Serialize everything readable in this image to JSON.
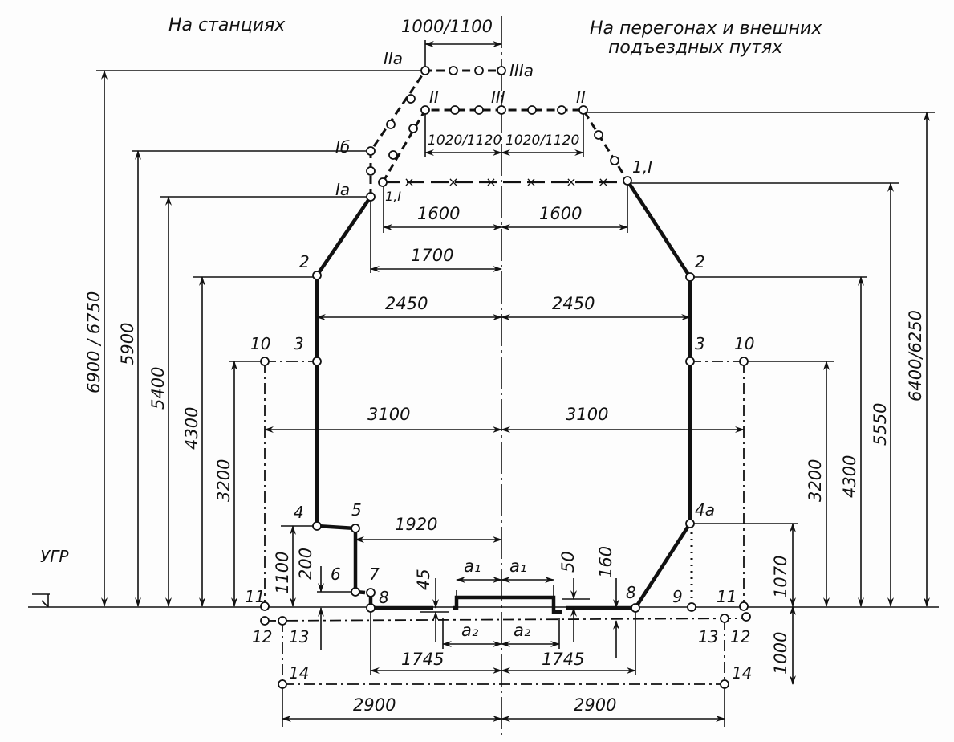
{
  "titles": {
    "left": "На станциях",
    "right_1": "На перегонах и внешних",
    "right_2": "подъездных путях",
    "ground": "УГР"
  },
  "points": {
    "IIa": "IIa",
    "IIIa": "IIIa",
    "II_left": "II",
    "III": "III",
    "II_right": "II",
    "Ib": "Iб",
    "Ia": "Ia",
    "p1I_left": "1,I",
    "p1I_right": "1,I",
    "p2_left": "2",
    "p2_right": "2",
    "p3_left": "3",
    "p3_right": "3",
    "p10_left": "10",
    "p10_right": "10",
    "p4": "4",
    "p4a": "4a",
    "p5": "5",
    "p6": "6",
    "p7": "7",
    "p8_left": "8",
    "p8_right": "8",
    "p9": "9",
    "p11_left": "11",
    "p11_right": "11",
    "p12_left": "12",
    "p12_right": "12",
    "p13_left": "13",
    "p13_right": "13",
    "p14_left": "14",
    "p14_right": "14"
  },
  "dims": {
    "w1000": "1000/1100",
    "w1020_l": "1020/1120",
    "w1020_r": "1020/1120",
    "w1600_l": "1600",
    "w1600_r": "1600",
    "w1700": "1700",
    "w2450_l": "2450",
    "w2450_r": "2450",
    "w3100_l": "3100",
    "w3100_r": "3100",
    "w1920": "1920",
    "a1_l": "a₁",
    "a1_r": "a₁",
    "a2_l": "a₂",
    "a2_r": "a₂",
    "w1745_l": "1745",
    "w1745_r": "1745",
    "w2900_l": "2900",
    "w2900_r": "2900",
    "h6900": "6900 / 6750",
    "h5900": "5900",
    "h5400": "5400",
    "h4300_l": "4300",
    "h3200_l": "3200",
    "h1100": "1100",
    "h200": "200",
    "h45": "45",
    "h50": "50",
    "h160": "160",
    "h6400": "6400/6250",
    "h5550": "5550",
    "h4300_r": "4300",
    "h3200_r": "3200",
    "h1070": "1070",
    "h1000": "1000"
  }
}
